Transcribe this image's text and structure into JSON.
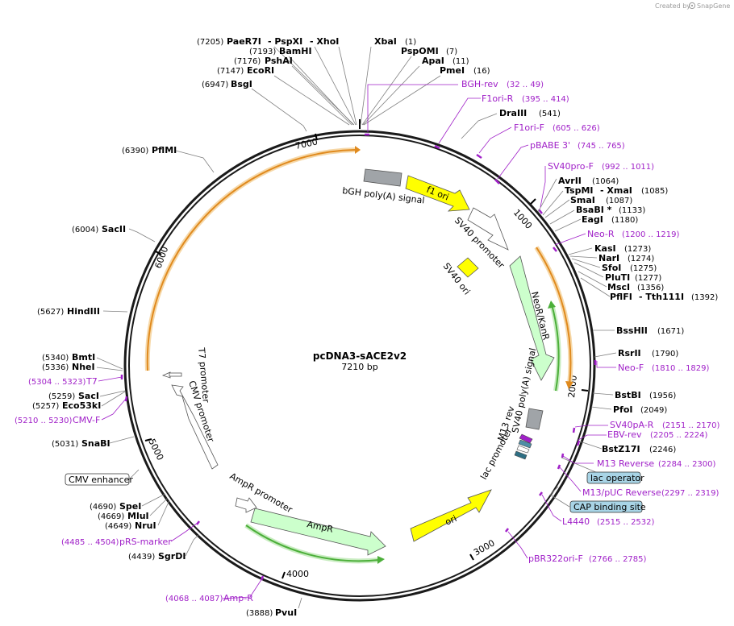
{
  "credit": "Created by",
  "credit_brand": "SnapGene",
  "plasmid": {
    "name": "pcDNA3-sACE2v2",
    "length_label": "7210 bp"
  },
  "ticks": [
    "1000",
    "2000",
    "3000",
    "4000",
    "5000",
    "6000",
    "7000"
  ],
  "enzymes": [
    {
      "pos": "(7205)",
      "name": "PaeR7I"
    },
    {
      "pos": "",
      "name": "- PspXI"
    },
    {
      "pos": "",
      "name": "- XhoI"
    },
    {
      "pos": "(7193)",
      "name": "BamHI"
    },
    {
      "pos": "(7176)",
      "name": "PshAI"
    },
    {
      "pos": "(7147)",
      "name": "EcoRI"
    },
    {
      "pos": "(6947)",
      "name": "BsgI"
    },
    {
      "pos": "(1)",
      "name": "XbaI"
    },
    {
      "pos": "(7)",
      "name": "PspOMI"
    },
    {
      "pos": "(11)",
      "name": "ApaI"
    },
    {
      "pos": "(16)",
      "name": "PmeI"
    },
    {
      "pos": "(541)",
      "name": "DraIII"
    },
    {
      "pos": "(1064)",
      "name": "AvrII"
    },
    {
      "pos": "",
      "name": "TspMI"
    },
    {
      "pos": "(1085)",
      "name": "- XmaI"
    },
    {
      "pos": "(1087)",
      "name": "SmaI"
    },
    {
      "pos": "(1133)",
      "name": "BsaBI *"
    },
    {
      "pos": "(1180)",
      "name": "EagI"
    },
    {
      "pos": "(1273)",
      "name": "KasI"
    },
    {
      "pos": "(1274)",
      "name": "NarI"
    },
    {
      "pos": "(1275)",
      "name": "SfoI"
    },
    {
      "pos": "(1277)",
      "name": "PluTI"
    },
    {
      "pos": "(1356)",
      "name": "MscI"
    },
    {
      "pos": "",
      "name": "PflFI"
    },
    {
      "pos": "(1392)",
      "name": "- Tth111I"
    },
    {
      "pos": "(1671)",
      "name": "BssHII"
    },
    {
      "pos": "(1790)",
      "name": "RsrII"
    },
    {
      "pos": "(1956)",
      "name": "BstBI"
    },
    {
      "pos": "(2049)",
      "name": "PfoI"
    },
    {
      "pos": "(2246)",
      "name": "BstZ17I"
    },
    {
      "pos": "(6390)",
      "name": "PflMI"
    },
    {
      "pos": "(6004)",
      "name": "SacII"
    },
    {
      "pos": "(5627)",
      "name": "HindIII"
    },
    {
      "pos": "(5340)",
      "name": "BmtI"
    },
    {
      "pos": "(5336)",
      "name": "NheI"
    },
    {
      "pos": "(5259)",
      "name": "SacI"
    },
    {
      "pos": "(5257)",
      "name": "Eco53kI"
    },
    {
      "pos": "(5031)",
      "name": "SnaBI"
    },
    {
      "pos": "(4690)",
      "name": "SpeI"
    },
    {
      "pos": "(4669)",
      "name": "MluI"
    },
    {
      "pos": "(4649)",
      "name": "NruI"
    },
    {
      "pos": "(4439)",
      "name": "SgrDI"
    },
    {
      "pos": "(3888)",
      "name": "PvuI"
    }
  ],
  "primers": [
    {
      "name": "BGH-rev",
      "range": "(32 .. 49)"
    },
    {
      "name": "F1ori-R",
      "range": "(395 .. 414)"
    },
    {
      "name": "F1ori-F",
      "range": "(605 .. 626)"
    },
    {
      "name": "pBABE 3'",
      "range": "(745 .. 765)"
    },
    {
      "name": "SV40pro-F",
      "range": "(992 .. 1011)"
    },
    {
      "name": "Neo-R",
      "range": "(1200 .. 1219)"
    },
    {
      "name": "Neo-F",
      "range": "(1810 .. 1829)"
    },
    {
      "name": "SV40pA-R",
      "range": "(2151 .. 2170)"
    },
    {
      "name": "EBV-rev",
      "range": "(2205 .. 2224)"
    },
    {
      "name": "M13 Reverse",
      "range": "(2284 .. 2300)"
    },
    {
      "name": "M13/pUC Reverse",
      "range": "(2297 .. 2319)"
    },
    {
      "name": "L4440",
      "range": "(2515 .. 2532)"
    },
    {
      "name": "pBR322ori-F",
      "range": "(2766 .. 2785)"
    },
    {
      "name": "Amp-R",
      "range": "(4068 .. 4087)"
    },
    {
      "name": "pRS-marker",
      "range": "(4485 .. 4504)"
    },
    {
      "name": "CMV-F",
      "range": "(5210 .. 5230)"
    },
    {
      "name": "T7",
      "range": "(5304 .. 5323)"
    }
  ],
  "boxed_features": [
    {
      "name": "lac operator",
      "color": "#a8d4e6"
    },
    {
      "name": "CAP binding site",
      "color": "#a8d4e6"
    },
    {
      "name": "CMV enhancer",
      "color": "#ffffff"
    }
  ],
  "features": [
    "bGH poly(A) signal",
    "f1 ori",
    "SV40 promoter",
    "SV40 ori",
    "NeoR/KanR",
    "SV40 poly(A) signal",
    "M13 rev",
    "lac promoter",
    "ori",
    "AmpR",
    "AmpR promoter",
    "T7 promoter",
    "CMV promoter"
  ],
  "colors": {
    "primer": "#a020c8",
    "f1_ori": "#ffff00",
    "ori": "#ffff00",
    "resistance": "#ccffcc",
    "polyA": "#a0a4a8",
    "promoter": "#ffffff",
    "orf_orange": "#e08a1e",
    "orf_green": "#4caf3a",
    "lac_operator": "#5aa7c0"
  }
}
